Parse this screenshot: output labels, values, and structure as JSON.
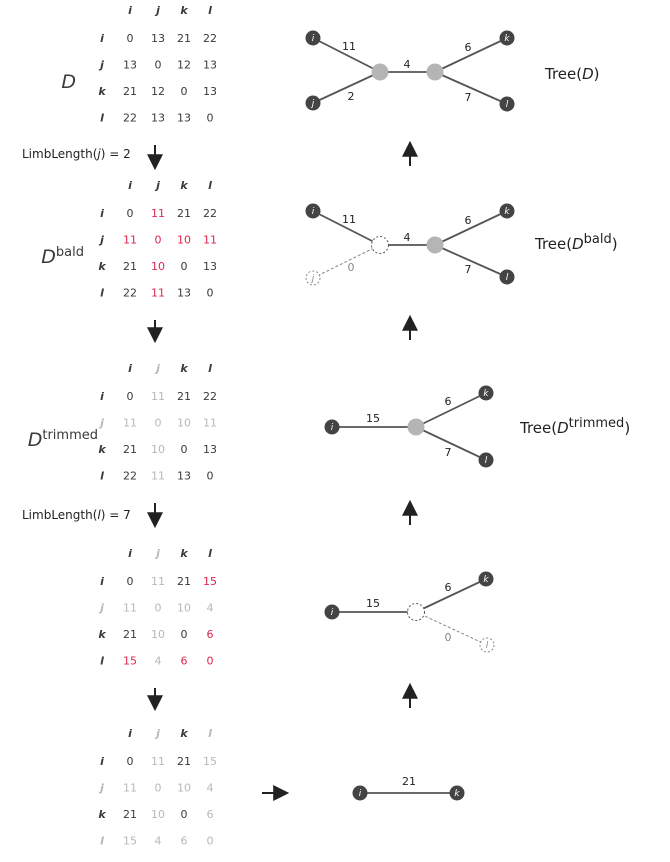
{
  "colors": {
    "normal": "#3a3a3a",
    "red": "#e0254a",
    "gray": "#b8b8b8",
    "leaf": "#444444",
    "internal": "#b5b5b5",
    "edge": "#555555",
    "dashed": "#888888"
  },
  "matrices": [
    {
      "headers": [
        "i",
        "j",
        "k",
        "l"
      ],
      "rows": [
        {
          "label": "i",
          "label_style": "n",
          "cells": [
            "0",
            "13",
            "21",
            "22"
          ],
          "styles": [
            "n",
            "n",
            "n",
            "n"
          ]
        },
        {
          "label": "j",
          "label_style": "n",
          "cells": [
            "13",
            "0",
            "12",
            "13"
          ],
          "styles": [
            "n",
            "n",
            "n",
            "n"
          ]
        },
        {
          "label": "k",
          "label_style": "n",
          "cells": [
            "21",
            "12",
            "0",
            "13"
          ],
          "styles": [
            "n",
            "n",
            "n",
            "n"
          ]
        },
        {
          "label": "l",
          "label_style": "n",
          "cells": [
            "22",
            "13",
            "13",
            "0"
          ],
          "styles": [
            "n",
            "n",
            "n",
            "n"
          ]
        }
      ],
      "header_styles": [
        "n",
        "n",
        "n",
        "n"
      ],
      "name": "D",
      "name_sup": ""
    },
    {
      "headers": [
        "i",
        "j",
        "k",
        "l"
      ],
      "rows": [
        {
          "label": "i",
          "label_style": "n",
          "cells": [
            "0",
            "11",
            "21",
            "22"
          ],
          "styles": [
            "n",
            "r",
            "n",
            "n"
          ]
        },
        {
          "label": "j",
          "label_style": "n",
          "cells": [
            "11",
            "0",
            "10",
            "11"
          ],
          "styles": [
            "r",
            "r",
            "r",
            "r"
          ]
        },
        {
          "label": "k",
          "label_style": "n",
          "cells": [
            "21",
            "10",
            "0",
            "13"
          ],
          "styles": [
            "n",
            "r",
            "n",
            "n"
          ]
        },
        {
          "label": "l",
          "label_style": "n",
          "cells": [
            "22",
            "11",
            "13",
            "0"
          ],
          "styles": [
            "n",
            "r",
            "n",
            "n"
          ]
        }
      ],
      "header_styles": [
        "n",
        "n",
        "n",
        "n"
      ],
      "name": "D",
      "name_sup": "bald"
    },
    {
      "headers": [
        "i",
        "j",
        "k",
        "l"
      ],
      "rows": [
        {
          "label": "i",
          "label_style": "n",
          "cells": [
            "0",
            "11",
            "21",
            "22"
          ],
          "styles": [
            "n",
            "g",
            "n",
            "n"
          ]
        },
        {
          "label": "j",
          "label_style": "g",
          "cells": [
            "11",
            "0",
            "10",
            "11"
          ],
          "styles": [
            "g",
            "g",
            "g",
            "g"
          ]
        },
        {
          "label": "k",
          "label_style": "n",
          "cells": [
            "21",
            "10",
            "0",
            "13"
          ],
          "styles": [
            "n",
            "g",
            "n",
            "n"
          ]
        },
        {
          "label": "l",
          "label_style": "n",
          "cells": [
            "22",
            "11",
            "13",
            "0"
          ],
          "styles": [
            "n",
            "g",
            "n",
            "n"
          ]
        }
      ],
      "header_styles": [
        "n",
        "g",
        "n",
        "n"
      ],
      "name": "D",
      "name_sup": "trimmed"
    },
    {
      "headers": [
        "i",
        "j",
        "k",
        "l"
      ],
      "rows": [
        {
          "label": "i",
          "label_style": "n",
          "cells": [
            "0",
            "11",
            "21",
            "15"
          ],
          "styles": [
            "n",
            "g",
            "n",
            "r"
          ]
        },
        {
          "label": "j",
          "label_style": "g",
          "cells": [
            "11",
            "0",
            "10",
            "4"
          ],
          "styles": [
            "g",
            "g",
            "g",
            "g"
          ]
        },
        {
          "label": "k",
          "label_style": "n",
          "cells": [
            "21",
            "10",
            "0",
            "6"
          ],
          "styles": [
            "n",
            "g",
            "n",
            "r"
          ]
        },
        {
          "label": "l",
          "label_style": "n",
          "cells": [
            "15",
            "4",
            "6",
            "0"
          ],
          "styles": [
            "r",
            "g",
            "r",
            "r"
          ]
        }
      ],
      "header_styles": [
        "n",
        "g",
        "n",
        "n"
      ],
      "name": "",
      "name_sup": ""
    },
    {
      "headers": [
        "i",
        "j",
        "k",
        "l"
      ],
      "rows": [
        {
          "label": "i",
          "label_style": "n",
          "cells": [
            "0",
            "11",
            "21",
            "15"
          ],
          "styles": [
            "n",
            "g",
            "n",
            "g"
          ]
        },
        {
          "label": "j",
          "label_style": "g",
          "cells": [
            "11",
            "0",
            "10",
            "4"
          ],
          "styles": [
            "g",
            "g",
            "g",
            "g"
          ]
        },
        {
          "label": "k",
          "label_style": "n",
          "cells": [
            "21",
            "10",
            "0",
            "6"
          ],
          "styles": [
            "n",
            "g",
            "n",
            "g"
          ]
        },
        {
          "label": "l",
          "label_style": "g",
          "cells": [
            "15",
            "4",
            "6",
            "0"
          ],
          "styles": [
            "g",
            "g",
            "g",
            "g"
          ]
        }
      ],
      "header_styles": [
        "n",
        "g",
        "n",
        "g"
      ],
      "name": "",
      "name_sup": ""
    }
  ],
  "limb_labels": [
    {
      "prefix": "LimbLength(",
      "var": "j",
      "suffix": ") = 2"
    },
    {
      "prefix": "LimbLength(",
      "var": "l",
      "suffix": ") = 7"
    }
  ],
  "tree_titles": [
    {
      "prefix": "Tree(",
      "var": "D",
      "sup": "",
      "suffix": ")"
    },
    {
      "prefix": "Tree(",
      "var": "D",
      "sup": "bald",
      "suffix": ")"
    },
    {
      "prefix": "Tree(",
      "var": "D",
      "sup": "trimmed",
      "suffix": ")"
    }
  ],
  "trees": [
    {
      "leaves": [
        {
          "id": "i",
          "label": "i"
        },
        {
          "id": "j",
          "label": "j"
        },
        {
          "id": "k",
          "label": "k"
        },
        {
          "id": "l",
          "label": "l"
        }
      ],
      "weights": [
        "11",
        "2",
        "4",
        "6",
        "7"
      ]
    },
    {
      "leaves": [
        {
          "id": "i",
          "label": "i"
        },
        {
          "id": "j",
          "label": "j"
        },
        {
          "id": "k",
          "label": "k"
        },
        {
          "id": "l",
          "label": "l"
        }
      ],
      "weights": [
        "11",
        "0",
        "4",
        "6",
        "7"
      ]
    },
    {
      "leaves": [
        {
          "id": "i",
          "label": "i"
        },
        {
          "id": "k",
          "label": "k"
        },
        {
          "id": "l",
          "label": "l"
        }
      ],
      "weights": [
        "15",
        "6",
        "7"
      ]
    },
    {
      "leaves": [
        {
          "id": "i",
          "label": "i"
        },
        {
          "id": "k",
          "label": "k"
        },
        {
          "id": "l",
          "label": "l"
        }
      ],
      "weights": [
        "15",
        "6",
        "0"
      ]
    },
    {
      "leaves": [
        {
          "id": "i",
          "label": "i"
        },
        {
          "id": "k",
          "label": "k"
        }
      ],
      "weights": [
        "21"
      ]
    }
  ]
}
